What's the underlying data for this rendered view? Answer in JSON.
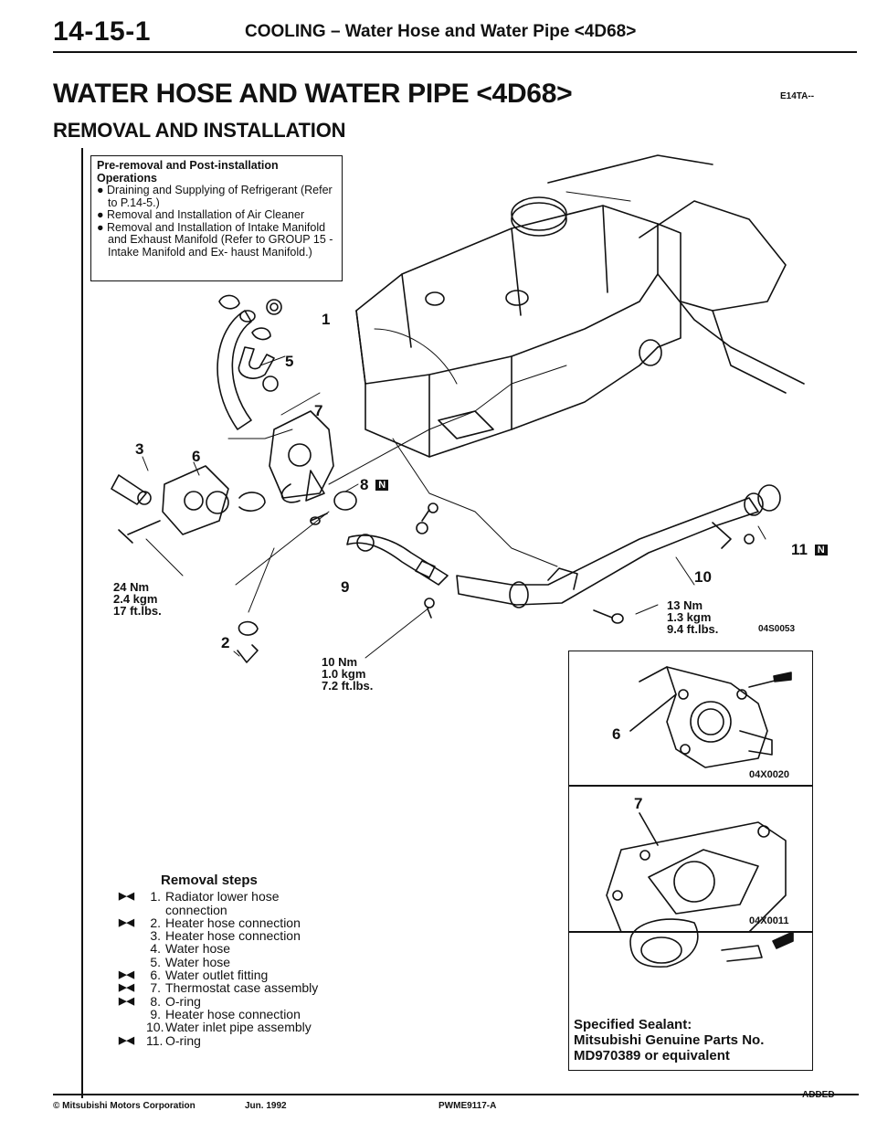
{
  "header": {
    "page_number": "14-15-1",
    "section_title": "COOLING – Water Hose and Water Pipe <4D68>"
  },
  "title": {
    "main": "WATER HOSE AND WATER PIPE <4D68>",
    "ref_code": "E14TA--",
    "sub": "REMOVAL AND INSTALLATION"
  },
  "note_box": {
    "heading": "Pre-removal and Post-installation Operations",
    "bullets": [
      "Draining and Supplying of Refrigerant (Refer to P.14-5.)",
      "Removal and Installation of Air Cleaner",
      "Removal and Installation of Intake Manifold and Exhaust Manifold (Refer to GROUP 15 - Intake Manifold and Ex- haust Manifold.)"
    ]
  },
  "callouts": {
    "c1": "1",
    "c2": "2",
    "c3": "3",
    "c5": "5",
    "c6": "6",
    "c7": "7",
    "c8": "8",
    "c9": "9",
    "c10": "10",
    "c11": "11",
    "n_badge": "N"
  },
  "torques": {
    "t24": [
      "24 Nm",
      "2.4 kgm",
      "17 ft.lbs."
    ],
    "t10": [
      "10 Nm",
      "1.0 kgm",
      "7.2 ft.lbs."
    ],
    "t13": [
      "13 Nm",
      "1.3 kgm",
      "9.4 ft.lbs."
    ]
  },
  "figure_codes": {
    "main": "04S0053",
    "detail6": "04X0020",
    "detail7": "04X0011"
  },
  "detail_labels": {
    "d6": "6",
    "d7": "7"
  },
  "removal_steps": {
    "heading": "Removal steps",
    "marker": "▶◀",
    "items": [
      {
        "num": "1.",
        "text": "Radiator lower hose",
        "cont": "connection",
        "marked": true
      },
      {
        "num": "2.",
        "text": "Heater hose connection",
        "marked": true
      },
      {
        "num": "3.",
        "text": "Heater hose connection",
        "marked": false
      },
      {
        "num": "4.",
        "text": "Water hose",
        "marked": false
      },
      {
        "num": "5.",
        "text": "Water hose",
        "marked": false
      },
      {
        "num": "6.",
        "text": "Water outlet fitting",
        "marked": true
      },
      {
        "num": "7.",
        "text": "Thermostat case assembly",
        "marked": true
      },
      {
        "num": "8.",
        "text": "O-ring",
        "marked": true
      },
      {
        "num": "9.",
        "text": "Heater hose connection",
        "marked": false
      },
      {
        "num": "10.",
        "text": "Water inlet pipe assembly",
        "marked": false
      },
      {
        "num": "11.",
        "text": "O-ring",
        "marked": true
      }
    ]
  },
  "sealant": {
    "label": "Specified Sealant:",
    "line2": "Mitsubishi Genuine Parts No.",
    "line3": "MD970389 or equivalent"
  },
  "footer": {
    "copyright": "© Mitsubishi Motors Corporation",
    "date": "Jun. 1992",
    "doc_id": "PWME9117-A",
    "status": "ADDED"
  }
}
